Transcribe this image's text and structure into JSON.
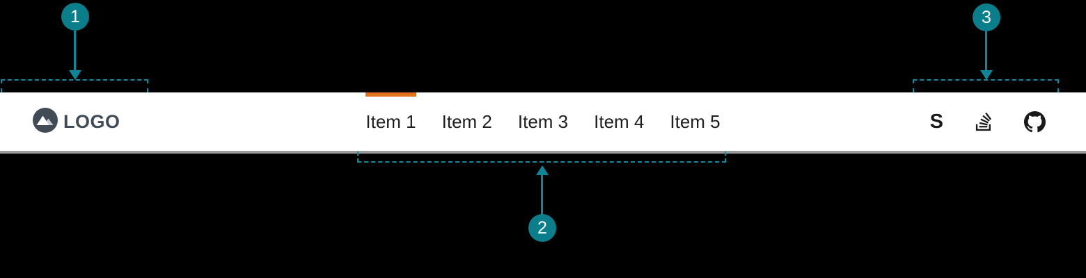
{
  "page": {
    "background": "#000000"
  },
  "navbar": {
    "logo": {
      "label": "LOGO"
    },
    "items": [
      {
        "label": "Item 1",
        "active": true
      },
      {
        "label": "Item 2",
        "active": false
      },
      {
        "label": "Item 3",
        "active": false
      },
      {
        "label": "Item 4",
        "active": false
      },
      {
        "label": "Item 5",
        "active": false
      }
    ],
    "social": {
      "s_glyph": "S",
      "icons": [
        "s-logo-icon",
        "stackoverflow-icon",
        "github-icon"
      ]
    }
  },
  "annotations": {
    "callouts": [
      {
        "number": "1"
      },
      {
        "number": "2"
      },
      {
        "number": "3"
      }
    ]
  },
  "colors": {
    "accent_orange": "#e2701d",
    "annotation_teal": "#0e8699",
    "badge_teal": "#0b7e8c",
    "logo_slate": "#414b56",
    "nav_text": "#1f1f1f",
    "navbar_border": "#9a9a9a",
    "icon_black": "#1a1a1a"
  }
}
